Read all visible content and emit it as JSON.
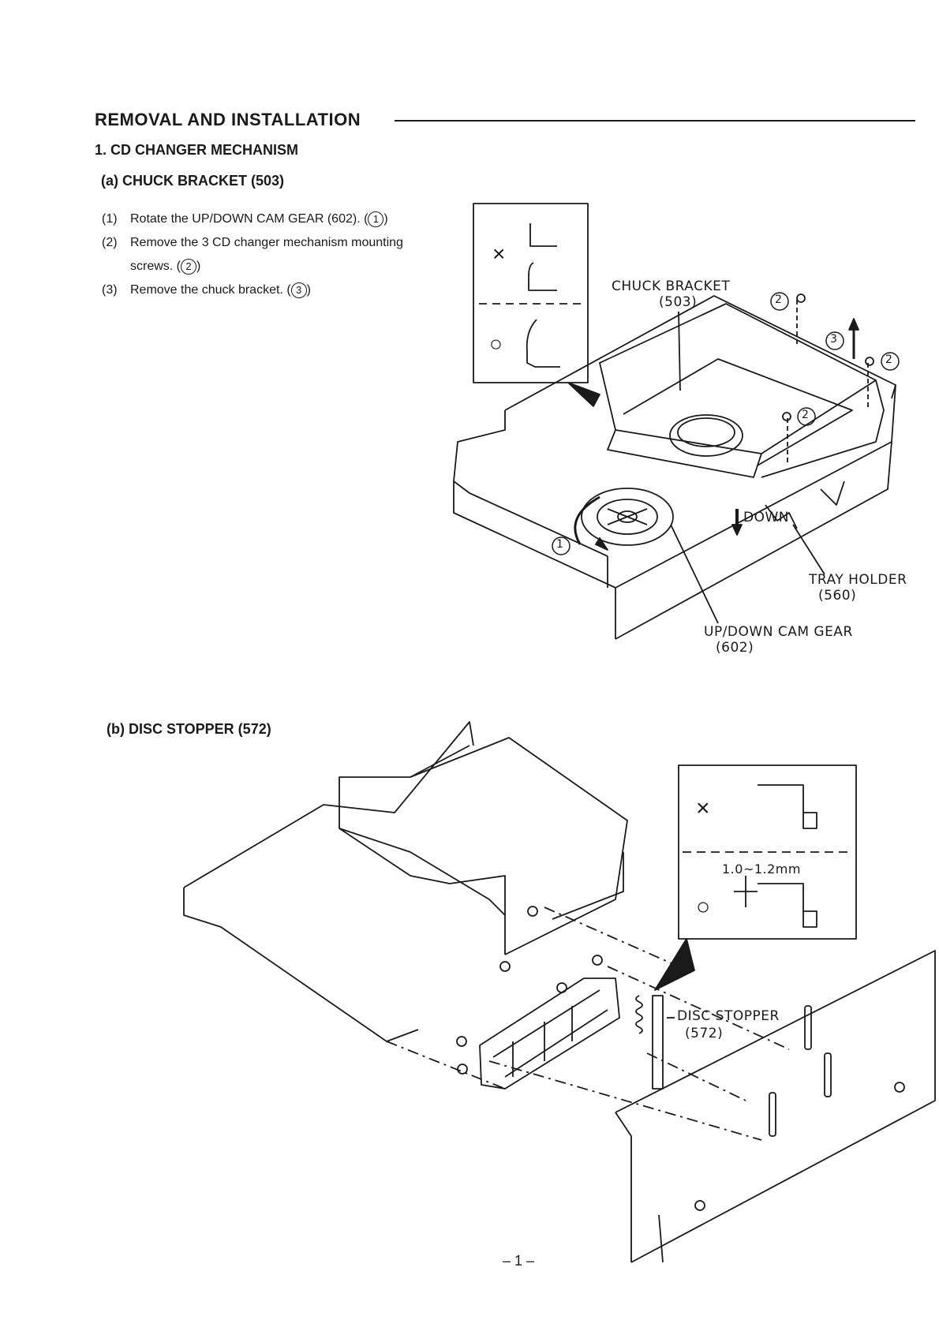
{
  "section": {
    "title": "REMOVAL AND INSTALLATION",
    "subtitle": "1.  CD CHANGER MECHANISM"
  },
  "part_a": {
    "heading": "(a)  CHUCK BRACKET (503)",
    "steps": [
      {
        "num": "(1)",
        "text": "Rotate the UP/DOWN CAM GEAR (602). (",
        "mark": "1",
        "tail": ")"
      },
      {
        "num": "(2)",
        "text": "Remove the 3 CD changer mechanism mounting",
        "cont": "screws. (",
        "mark": "2",
        "tail": ")"
      },
      {
        "num": "(3)",
        "text": "Remove the chuck bracket.  (",
        "mark": "3",
        "tail": ")"
      }
    ],
    "inset": {
      "wrong": "×",
      "right": "○"
    },
    "labels": {
      "chuck_bracket": "CHUCK BRACKET",
      "chuck_bracket_num": "(503)",
      "down": "DOWN",
      "tray_holder": "TRAY HOLDER",
      "tray_holder_num": "(560)",
      "cam_gear": "UP/DOWN CAM GEAR",
      "cam_gear_num": "(602)"
    },
    "callouts": {
      "c1": "1",
      "c2": "2",
      "c3": "3"
    }
  },
  "part_b": {
    "heading": "(b)  DISC STOPPER (572)",
    "inset": {
      "wrong": "×",
      "right": "○",
      "dimension": "1.0~1.2mm"
    },
    "labels": {
      "disc_stopper": "DISC  STOPPER",
      "disc_stopper_num": "(572)"
    }
  },
  "page_number": "– 1 –"
}
